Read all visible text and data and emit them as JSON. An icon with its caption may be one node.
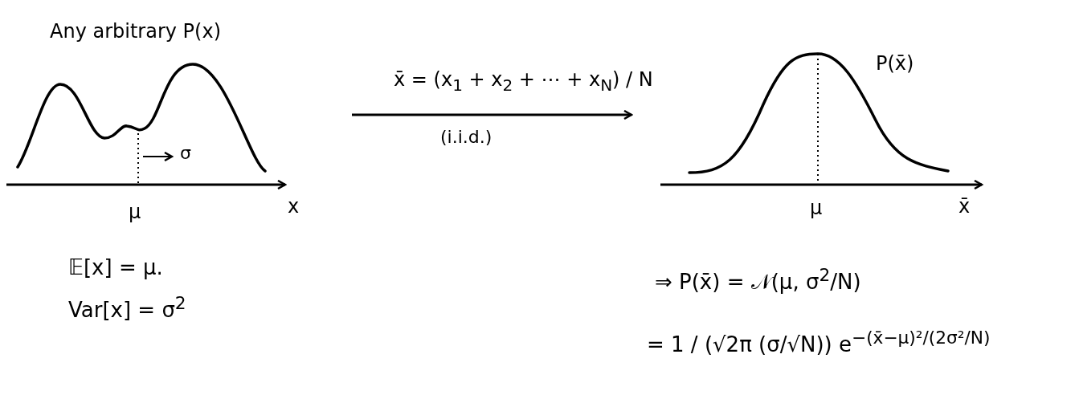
{
  "diagram": {
    "nodes": [
      {
        "text": [
          "Any arbitrary P(x)"
        ]
      },
      {
        "text": [
          "P(x̄)"
        ]
      }
    ],
    "edges": [
      {
        "from": 0,
        "to": 1,
        "arrow": "to",
        "label": "x̄ = (x$_{1}$ + x$_{2}$ + ⋯ + x$_{N}$) / N"
      }
    ],
    "labels": [
      "(i.i.d.)",
      "σ",
      "μ",
      "x",
      "μ",
      "x̄",
      "𝔼[x] = μ.",
      "Var[x] = σ$^{2}$",
      "⇒ P(x̄) = 𝒩(μ, σ$^{2}$/N)",
      "= 1 / (√2π (σ/√N)) e$^{−(x̄−μ)²/(2σ²/N)}$"
    ]
  }
}
